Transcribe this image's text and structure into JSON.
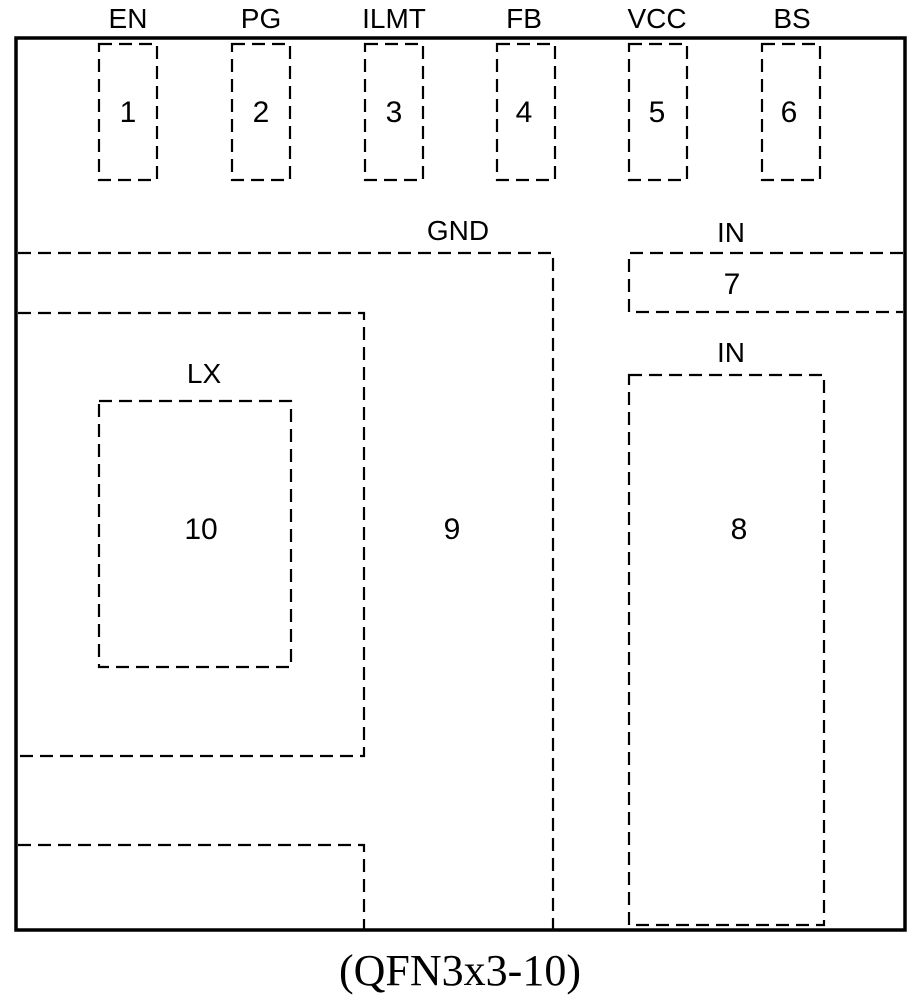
{
  "package": {
    "caption": "(QFN3x3-10)"
  },
  "top_pins": [
    {
      "number": "1",
      "name": "EN"
    },
    {
      "number": "2",
      "name": "PG"
    },
    {
      "number": "3",
      "name": "ILMT"
    },
    {
      "number": "4",
      "name": "FB"
    },
    {
      "number": "5",
      "name": "VCC"
    },
    {
      "number": "6",
      "name": "BS"
    }
  ],
  "pads": {
    "gnd": {
      "number": "9",
      "name": "GND"
    },
    "in_top": {
      "number": "7",
      "name": "IN"
    },
    "in_main": {
      "number": "8",
      "name": "IN"
    },
    "lx": {
      "number": "10",
      "name": "LX"
    }
  }
}
